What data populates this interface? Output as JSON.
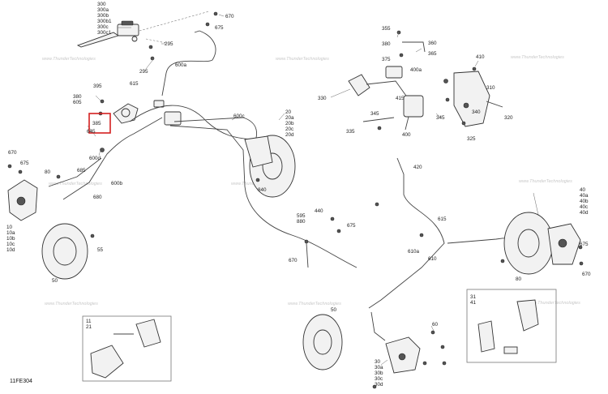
{
  "figure_code": "11FE304",
  "watermark": "www.ThunderTechnologies",
  "highlight_label": "385",
  "labels": {
    "l300": "300",
    "l300a": "300a",
    "l300b": "300b",
    "l300b1": "300b1",
    "l300c": "300c",
    "l300c1": "300c1",
    "l670a": "670",
    "l675a": "675",
    "l295a": "295",
    "l295b": "295",
    "l600a": "600a",
    "l615": "615",
    "l395": "395",
    "l380": "380",
    "l605": "605",
    "l385": "385",
    "l645": "645",
    "l600d": "600d",
    "l600c": "600c",
    "l600b": "600b",
    "l670b": "670",
    "l675b": "675",
    "l80a": "80",
    "l685": "685",
    "l680": "680",
    "l10": "10",
    "l10a": "10a",
    "l10b": "10b",
    "l10c": "10c",
    "l10d": "10d",
    "l55a": "55",
    "l50a": "50",
    "l11": "11",
    "l21": "21",
    "l20": "20",
    "l20a": "20a",
    "l20b": "20b",
    "l20c": "20c",
    "l20d": "20d",
    "l840": "840",
    "l595": "595",
    "l880": "880",
    "l440": "440",
    "l675c": "675",
    "l670c": "670",
    "l50b": "50",
    "l355": "355",
    "l360": "360",
    "l380b": "380",
    "l365": "365",
    "l375": "375",
    "l400a": "400a",
    "l330": "330",
    "l415": "415",
    "l345a": "345",
    "l345b": "345",
    "l335": "335",
    "l400": "400",
    "l410": "410",
    "l310": "310",
    "l340": "340",
    "l320": "320",
    "l325": "325",
    "l420": "420",
    "l615b": "615",
    "l610a": "610a",
    "l610": "610",
    "l40": "40",
    "l40a": "40a",
    "l40b": "40b",
    "l40c": "40c",
    "l40d": "40d",
    "l675d": "675",
    "l670d": "670",
    "l80b": "80",
    "l31": "31",
    "l41": "41",
    "l60": "60",
    "l30": "30",
    "l30a": "30a",
    "l30b": "30b",
    "l30c": "30c",
    "l30d": "30d"
  }
}
